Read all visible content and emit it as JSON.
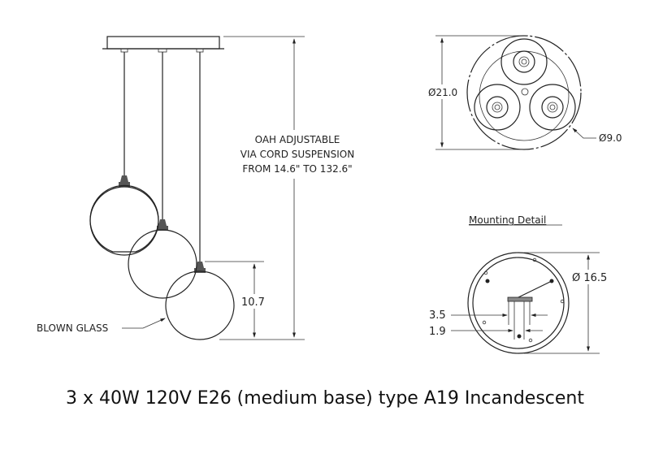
{
  "side_view": {
    "oah_note": [
      "OAH ADJUSTABLE",
      "VIA CORD SUSPENSION",
      "FROM 14.6\" TO 132.6\""
    ],
    "globe_height": "10.7",
    "material_label": "BLOWN GLASS"
  },
  "top_view": {
    "canopy_diameter": "Ø21.0",
    "globe_diameter": "Ø9.0"
  },
  "mounting_detail": {
    "title": "Mounting Detail",
    "plate_diameter": "Ø 16.5",
    "slot_outer": "3.5",
    "slot_inner": "1.9"
  },
  "caption": "3 x 40W 120V E26 (medium base) type A19 Incandescent"
}
